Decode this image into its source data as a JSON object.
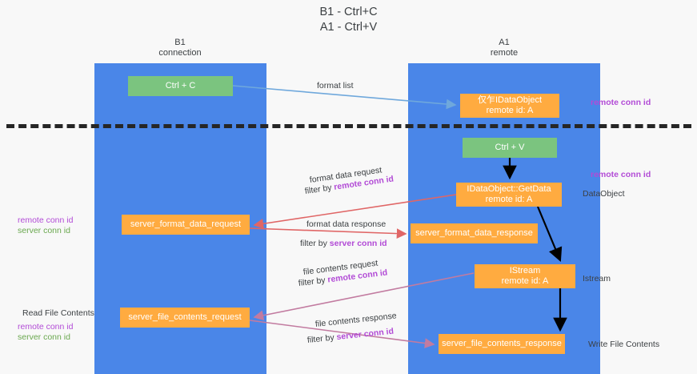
{
  "title": "B1 - Ctrl+C\nA1 - Ctrl+V",
  "columns": {
    "left": {
      "header": "B1\nconnection"
    },
    "right": {
      "header": "A1\nremote"
    }
  },
  "boxes": {
    "ctrl_c": "Ctrl + C",
    "idataobject": "仅乍IDataObject\nremote id: A",
    "ctrl_v": "Ctrl + V",
    "getdata": "IDataObject::GetData\nremote id: A",
    "server_format_data_request": "server_format_data_request",
    "server_format_data_response": "server_format_data_response",
    "istream": "IStream\nremote id: A",
    "server_file_contents_request": "server_file_contents_request",
    "server_file_contents_response": "server_file_contents_response"
  },
  "side_labels": {
    "remote_conn_id_top": "remote conn id",
    "remote_conn_id_mid": "remote conn id",
    "dataobject": "DataObject",
    "istream": "Istream",
    "write_file_contents": "Write File Contents",
    "read_file_contents": "Read File Contents",
    "left_remote_conn_id_mid": "remote conn id",
    "left_server_conn_id_mid": "server conn id",
    "left_remote_conn_id_bottom": "remote conn id",
    "left_server_conn_id_bottom": "server conn id"
  },
  "edge_labels": {
    "format_list": "format list",
    "format_data_request": "format data request",
    "filter_by_prefix": "filter by ",
    "remote_conn_id": "remote conn id",
    "format_data_response": "format data response",
    "server_conn_id": "server conn id",
    "file_contents_request": "file contents request",
    "file_contents_response": "file contents response"
  },
  "colors": {
    "column_blue": "#4a86e8",
    "box_green": "#7bc47f",
    "box_orange": "#ffab40",
    "purple": "#b24bd6",
    "green_text": "#6aa84f",
    "arrow_lightblue": "#6fa8dc",
    "arrow_red": "#e06666",
    "arrow_magenta": "#c27ba0",
    "arrow_black": "#000000",
    "divider": "#262626"
  }
}
